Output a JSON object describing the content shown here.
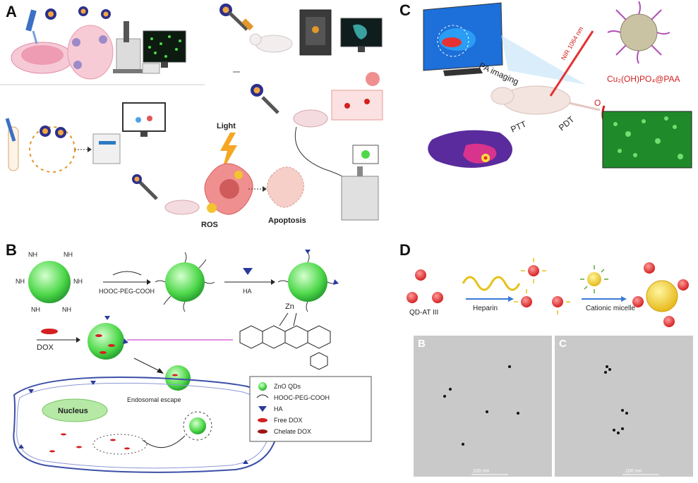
{
  "panels": {
    "A": {
      "label": "A",
      "light_label": "Light",
      "ros_label": "ROS",
      "apoptosis_label": "Apoptosis"
    },
    "B": {
      "label": "B",
      "reagent_peg": "HOOC-PEG-COOH",
      "reagent_ha": "HA",
      "dox_label": "DOX",
      "nucleus_label": "Nucleus",
      "endosomal_label": "Endosomal escape",
      "zn_label": "Zn",
      "nh2_label": "NH",
      "legend": [
        {
          "label": "ZnO QDs"
        },
        {
          "label": "HOOC-PEG-COOH"
        },
        {
          "label": "HA"
        },
        {
          "label": "Free DOX"
        },
        {
          "label": "Chelate DOX"
        }
      ]
    },
    "C": {
      "label": "C",
      "pa_imaging": "PA imaging",
      "nir_label": "NIR 1064 nm",
      "ptt_label": "PTT",
      "pdt_label": "PDT",
      "o2_label": "O",
      "nanoparticle_label": "Cu₂(OH)PO₄@PAA"
    },
    "D": {
      "label": "D",
      "qd_label": "QD-AT III",
      "heparin_label": "Heparin",
      "micelle_label": "Cationic micelle",
      "tem_left_label": "B",
      "tem_right_label": "C",
      "scale_left": "100 nm",
      "scale_right": "100 nm"
    }
  },
  "colors": {
    "qd_green": "#4ed84a",
    "dox_red": "#d42020",
    "virus_purple": "#2b2f8c",
    "arrow_blue": "#3a7ad8",
    "heparin_yellow": "#e6c21a"
  }
}
